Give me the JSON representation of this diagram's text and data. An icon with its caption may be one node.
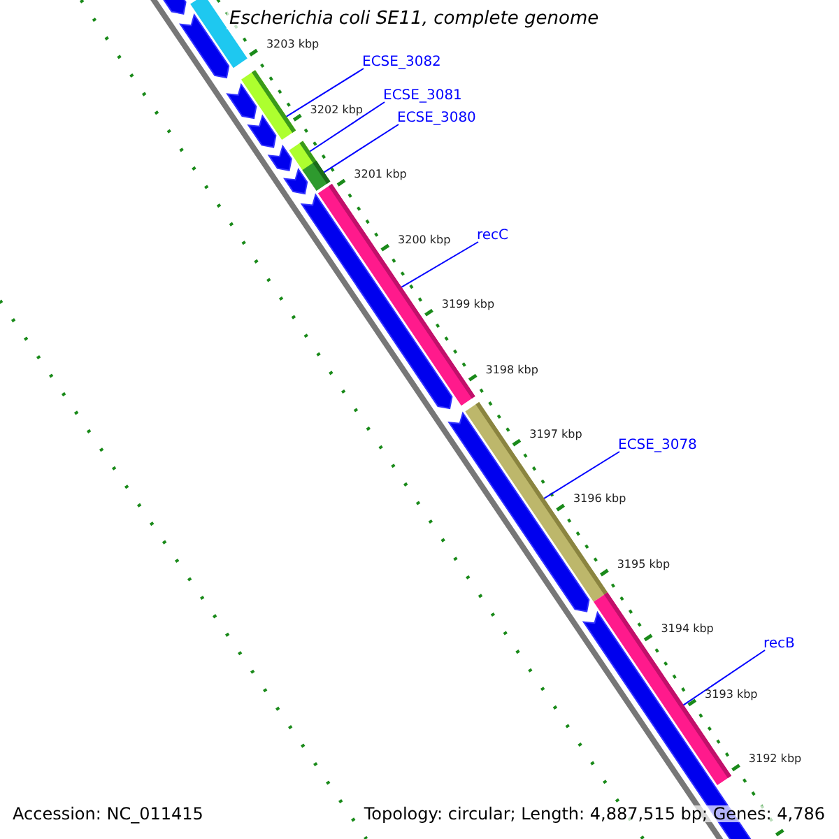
{
  "diagram": {
    "title": "Escherichia coli SE11, complete genome",
    "nodes": [
      {
        "text": [
          "ECSE_3082"
        ]
      },
      {
        "text": [],
        "shape": "bar"
      },
      {
        "text": [
          "ECSE_3081"
        ]
      },
      {
        "text": [],
        "shape": "bar"
      },
      {
        "text": [
          "ECSE_3080"
        ]
      },
      {
        "text": [],
        "shape": "bar"
      },
      {
        "text": [
          "recC"
        ]
      },
      {
        "text": [],
        "shape": "bar"
      },
      {
        "text": [
          "ECSE_3078"
        ]
      },
      {
        "text": [],
        "shape": "bar"
      },
      {
        "text": [
          "recB"
        ]
      },
      {
        "text": [],
        "shape": "bar"
      }
    ],
    "edges": [
      {
        "from": 0,
        "to": 1,
        "arrow": "none"
      },
      {
        "from": 2,
        "to": 3,
        "arrow": "none"
      },
      {
        "from": 4,
        "to": 5,
        "arrow": "none"
      },
      {
        "from": 6,
        "to": 7,
        "arrow": "none"
      },
      {
        "from": 8,
        "to": 9,
        "arrow": "none"
      },
      {
        "from": 10,
        "to": 11,
        "arrow": "none"
      }
    ],
    "labels": [
      "3203 kbp",
      "3202 kbp",
      "3201 kbp",
      "3200 kbp",
      "3199 kbp",
      "3198 kbp",
      "3197 kbp",
      "3196 kbp",
      "3195 kbp",
      "3194 kbp",
      "3193 kbp",
      "3192 kbp",
      "Accession: NC_011415",
      "Topology: circular; Length: 4,887,515 bp; Genes: 4,786"
    ]
  }
}
